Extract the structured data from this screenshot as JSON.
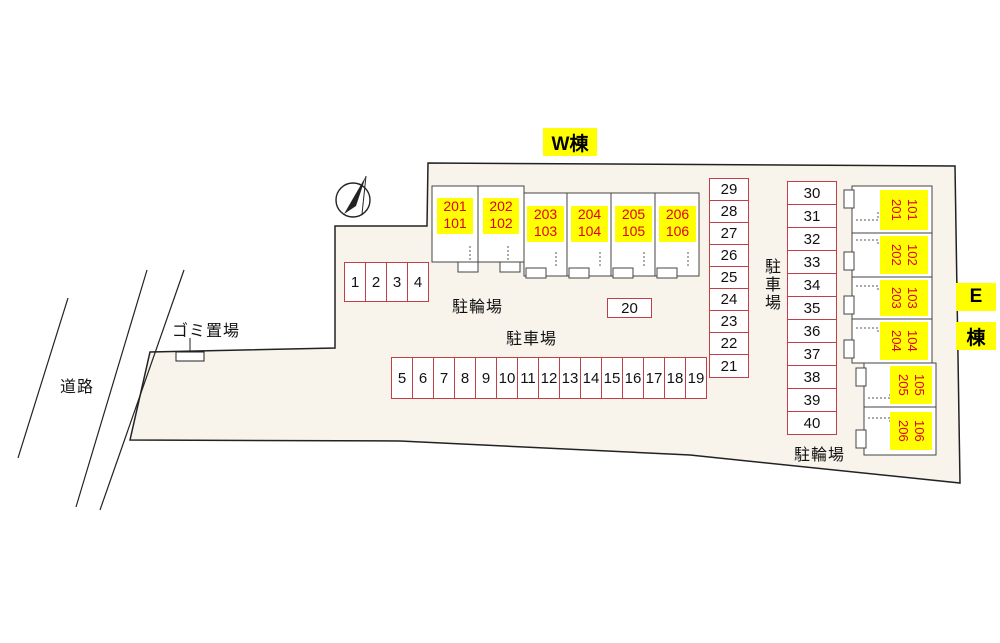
{
  "labels": {
    "w_building": "W棟",
    "e_building_1": "E",
    "e_building_2": "棟",
    "road": "道路",
    "garbage": "ゴミ置場",
    "bike_w": "駐輪場",
    "bike_e": "駐輪場",
    "parking_center": "駐車場",
    "parking_right": "駐車場"
  },
  "w_units": [
    {
      "top": "201",
      "bottom": "101"
    },
    {
      "top": "202",
      "bottom": "102"
    },
    {
      "top": "203",
      "bottom": "103"
    },
    {
      "top": "204",
      "bottom": "104"
    },
    {
      "top": "205",
      "bottom": "105"
    },
    {
      "top": "206",
      "bottom": "106"
    }
  ],
  "e_units": [
    {
      "top": "201",
      "bottom": "101"
    },
    {
      "top": "202",
      "bottom": "102"
    },
    {
      "top": "203",
      "bottom": "103"
    },
    {
      "top": "204",
      "bottom": "104"
    },
    {
      "top": "205",
      "bottom": "105"
    },
    {
      "top": "206",
      "bottom": "106"
    }
  ],
  "parking": {
    "left_group": [
      "1",
      "2",
      "3",
      "4"
    ],
    "bottom_row": [
      "5",
      "6",
      "7",
      "8",
      "9",
      "10",
      "11",
      "12",
      "13",
      "14",
      "15",
      "16",
      "17",
      "18",
      "19"
    ],
    "single": "20",
    "column_a": [
      "29",
      "28",
      "27",
      "26",
      "25",
      "24",
      "23",
      "22",
      "21"
    ],
    "column_b": [
      "30",
      "31",
      "32",
      "33",
      "34",
      "35",
      "36",
      "37",
      "38",
      "39",
      "40"
    ]
  },
  "colors": {
    "lot_fill": "#f8f4ec",
    "space_border": "#c0404a",
    "unit_fill": "#ffff00",
    "unit_text": "#e0001b"
  }
}
